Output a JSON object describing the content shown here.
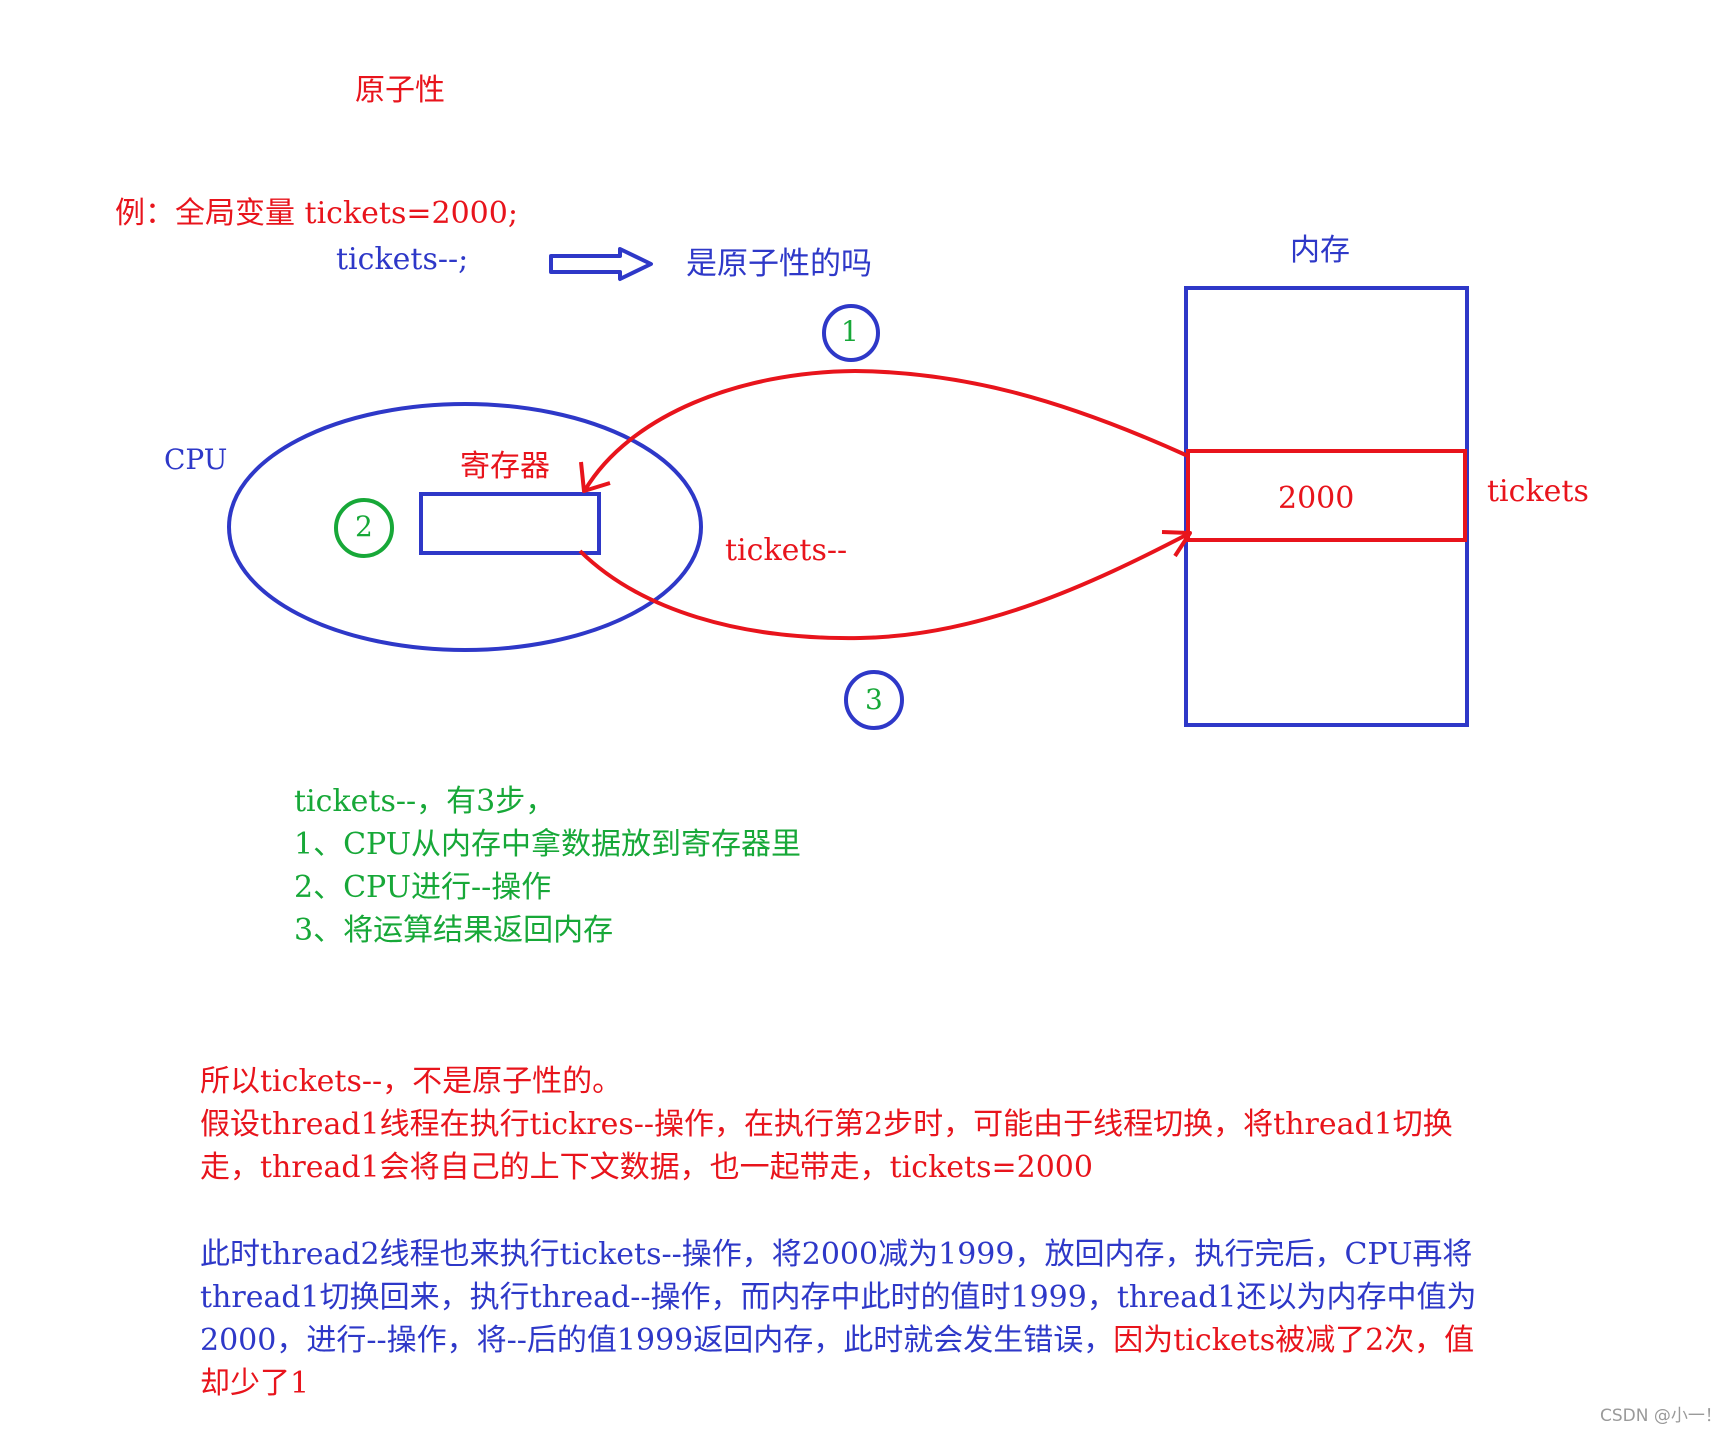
{
  "title": "原子性",
  "example": {
    "line1": "例：全局变量 tickets=2000;",
    "line2": "tickets--;",
    "question": "是原子性的吗"
  },
  "labels": {
    "cpu": "CPU",
    "register": "寄存器",
    "memory": "内存",
    "memory_value": "2000",
    "tickets": "tickets",
    "operation": "tickets--"
  },
  "steps_markers": [
    "1",
    "2",
    "3"
  ],
  "steps": {
    "intro": "tickets--，有3步，",
    "items": [
      "1、CPU从内存中拿数据放到寄存器里",
      "2、CPU进行--操作",
      "3、将运算结果返回内存"
    ]
  },
  "conclusion": {
    "lines": [
      "所以tickets--，不是原子性的。",
      "假设thread1线程在执行tickres--操作，在执行第2步时，可能由于线程切换，将thread1切换",
      "走，thread1会将自己的上下文数据，也一起带走，tickets=2000"
    ]
  },
  "explanation": {
    "lines": [
      "此时thread2线程也来执行tickets--操作，将2000减为1999，放回内存，执行完后，CPU再将",
      "thread1切换回来，执行thread--操作，而内存中此时的值时1999，thread1还以为内存中值为"
    ],
    "line3_blue": "2000，进行--操作，将--后的值1999返回内存，此时就会发生错误，",
    "line3_red": "因为tickets被减了2次，值",
    "line4_red": "却少了1"
  },
  "watermark": "CSDN @小一！",
  "colors": {
    "red": "#e8141c",
    "blue": "#2e38c8",
    "green": "#17a838"
  }
}
